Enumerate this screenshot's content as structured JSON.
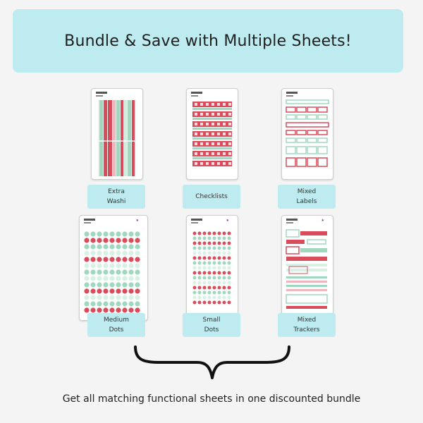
{
  "banner": {
    "title": "Bundle & Save with Multiple Sheets!"
  },
  "products": [
    {
      "label_line1": "Extra",
      "label_line2": "Washi"
    },
    {
      "label_line1": "Checklists",
      "label_line2": ""
    },
    {
      "label_line1": "Mixed",
      "label_line2": "Labels"
    },
    {
      "label_line1": "Medium",
      "label_line2": "Dots"
    },
    {
      "label_line1": "Small",
      "label_line2": "Dots"
    },
    {
      "label_line1": "Mixed",
      "label_line2": "Trackers"
    }
  ],
  "footer": {
    "text": "Get all matching functional sheets in one discounted bundle"
  },
  "colors": {
    "banner": "#bdebef",
    "red": "#d94c5b",
    "green": "#9fd8bf",
    "mint": "#d9f1e4",
    "background": "#f4f4f4"
  }
}
